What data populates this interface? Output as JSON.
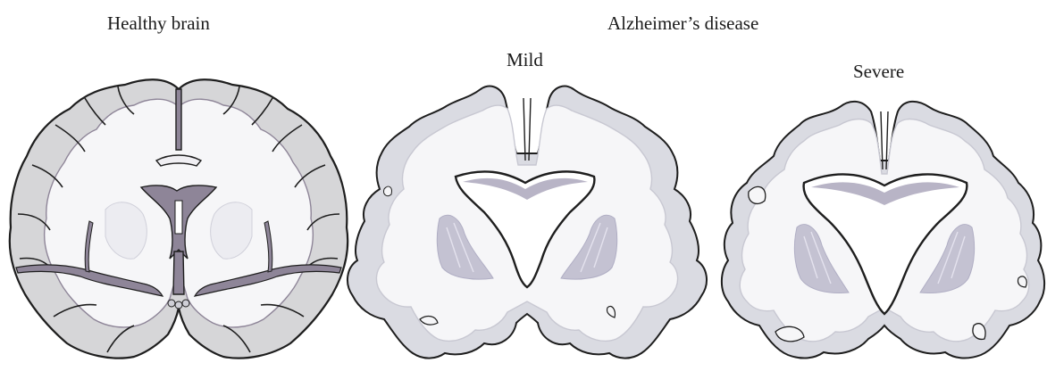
{
  "labels": {
    "healthy": "Healthy brain",
    "disease": "Alzheimer’s disease",
    "mild": "Mild",
    "severe": "Severe"
  },
  "colors": {
    "outline": "#1e1e1e",
    "cortex_healthy": "#d6d6d8",
    "cortex_disease": "#dadbe2",
    "white_matter": "#f6f6f8",
    "ventricle": "#8e8598",
    "nuclei": "#c4c2d2",
    "background": "#ffffff"
  }
}
